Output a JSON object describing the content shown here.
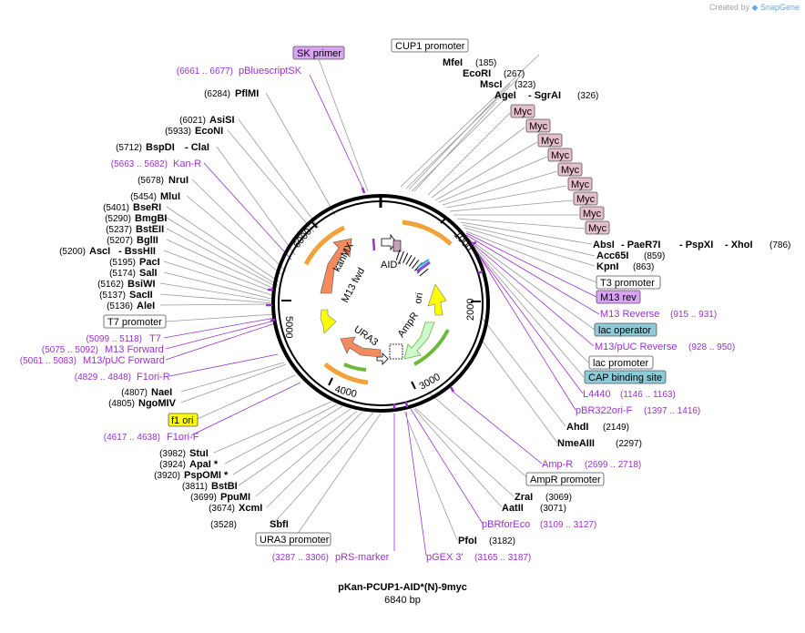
{
  "credit": {
    "prefix": "Created by",
    "brand": "SnapGene"
  },
  "plasmid": {
    "name": "pKan-PCUP1-AID*(N)-9myc",
    "size": "6840 bp"
  },
  "ticks": [
    "1000",
    "2000",
    "3000",
    "4000",
    "5000",
    "6000"
  ],
  "features": {
    "kanMX": "kanMX",
    "m13fwd": "M13 fwd",
    "aid": "AID*",
    "ori": "ori",
    "ampR": "AmpR",
    "ura3": "URA3"
  },
  "boxes": {
    "sk_primer": "SK primer",
    "cup1_promoter": "CUP1 promoter",
    "myc": "Myc",
    "t3_promoter": "T3 promoter",
    "m13_rev": "M13 rev",
    "lac_operator": "lac operator",
    "lac_promoter": "lac promoter",
    "cap_site": "CAP binding site",
    "t7_promoter": "T7 promoter",
    "f1_ori": "f1 ori",
    "ampr_promoter": "AmpR promoter",
    "ura3_promoter": "URA3 promoter"
  },
  "enzymes": {
    "MfeI": "MfeI",
    "MfeI_pos": "(185)",
    "EcoRI": "EcoRI",
    "EcoRI_pos": "(267)",
    "MscI": "MscI",
    "MscI_pos": "(323)",
    "AgeI": "AgeI",
    "SgrAI": "- SgrAI",
    "AgeI_pos": "(326)",
    "AbsI": "AbsI",
    "PaeR7I": "- PaeR7I",
    "PspXI": "- PspXI",
    "XhoI": "- XhoI",
    "AbsI_pos": "(786)",
    "Acc65I": "Acc65I",
    "Acc65I_pos": "(859)",
    "KpnI": "KpnI",
    "KpnI_pos": "(863)",
    "AhdI": "AhdI",
    "AhdI_pos": "(2149)",
    "NmeAIII": "NmeAIII",
    "NmeAIII_pos": "(2297)",
    "ZraI": "ZraI",
    "ZraI_pos": "(3069)",
    "AatII": "AatII",
    "AatII_pos": "(3071)",
    "PfoI": "PfoI",
    "PfoI_pos": "(3182)",
    "SbfI": "SbfI",
    "SbfI_pos": "(3528)",
    "XcmI": "XcmI",
    "XcmI_pos": "(3674)",
    "PpuMI": "PpuMI",
    "PpuMI_pos": "(3699)",
    "BstBI": "BstBI",
    "BstBI_pos": "(3811)",
    "PspOMI": "PspOMI *",
    "PspOMI_pos": "(3920)",
    "ApaI": "ApaI *",
    "ApaI_pos": "(3924)",
    "StuI": "StuI",
    "StuI_pos": "(3982)",
    "NgoMIV": "NgoMIV",
    "NgoMIV_pos": "(4805)",
    "NaeI": "NaeI",
    "NaeI_pos": "(4807)",
    "AleI": "AleI",
    "AleI_pos": "(5136)",
    "SacII": "SacII",
    "SacII_pos": "(5137)",
    "BsiWI": "BsiWI",
    "BsiWI_pos": "(5162)",
    "SalI": "SalI",
    "SalI_pos": "(5174)",
    "PacI": "PacI",
    "PacI_pos": "(5195)",
    "AscI": "AscI",
    "BssHII": "- BssHII",
    "AscI_pos": "(5200)",
    "BglII": "BglII",
    "BglII_pos": "(5207)",
    "BstEII": "BstEII",
    "BstEII_pos": "(5237)",
    "BmgBI": "BmgBI",
    "BmgBI_pos": "(5290)",
    "BseRI": "BseRI",
    "BseRI_pos": "(5401)",
    "MluI": "MluI",
    "MluI_pos": "(5454)",
    "NruI": "NruI",
    "NruI_pos": "(5678)",
    "BspDI": "BspDI",
    "ClaI": "- ClaI",
    "BspDI_pos": "(5712)",
    "EcoNI": "EcoNI",
    "EcoNI_pos": "(5933)",
    "AsiSI": "AsiSI",
    "AsiSI_pos": "(6021)",
    "PflMI": "PflMI",
    "PflMI_pos": "(6284)"
  },
  "primers": {
    "pBluescriptSK": "pBluescriptSK",
    "pBluescriptSK_pos": "(6661 .. 6677)",
    "KanR": "Kan-R",
    "KanR_pos": "(5663 .. 5682)",
    "T7": "T7",
    "T7_pos": "(5099 .. 5118)",
    "M13F": "M13 Forward",
    "M13F_pos": "(5075 .. 5092)",
    "M13pUCF": "M13/pUC Forward",
    "M13pUCF_pos": "(5061 .. 5083)",
    "F1oriR": "F1ori-R",
    "F1oriR_pos": "(4829 .. 4848)",
    "F1oriF": "F1ori-F",
    "F1oriF_pos": "(4617 .. 4638)",
    "M13Rev": "M13 Reverse",
    "M13Rev_pos": "(915 .. 931)",
    "M13pUCRev": "M13/pUC Reverse",
    "M13pUCRev_pos": "(928 .. 950)",
    "L4440": "L4440",
    "L4440_pos": "(1146 .. 1163)",
    "pBR322oriF": "pBR322ori-F",
    "pBR322oriF_pos": "(1397 .. 1416)",
    "AmpR": "Amp-R",
    "AmpR_pos": "(2699 .. 2718)",
    "pBRforEco": "pBRforEco",
    "pBRforEco_pos": "(3109 .. 3127)",
    "pGEX3": "pGEX 3'",
    "pGEX3_pos": "(3165 .. 3187)",
    "pRSmarker": "pRS-marker",
    "pRSmarker_pos": "(3287 .. 3306)"
  },
  "colors": {
    "kanMX": "#f58a5e",
    "ori": "#ffff00",
    "ampR": "#cdf7cd",
    "ura3": "#f58a5e",
    "aid": "#c7a0b5",
    "primer": "#9932cc",
    "promoter": "#ffffff",
    "myc": "#e5bfce",
    "sk_primer": "#d9a4f5",
    "lac_operator": "#8ecbd9",
    "f1_ori": "#ffff00"
  }
}
